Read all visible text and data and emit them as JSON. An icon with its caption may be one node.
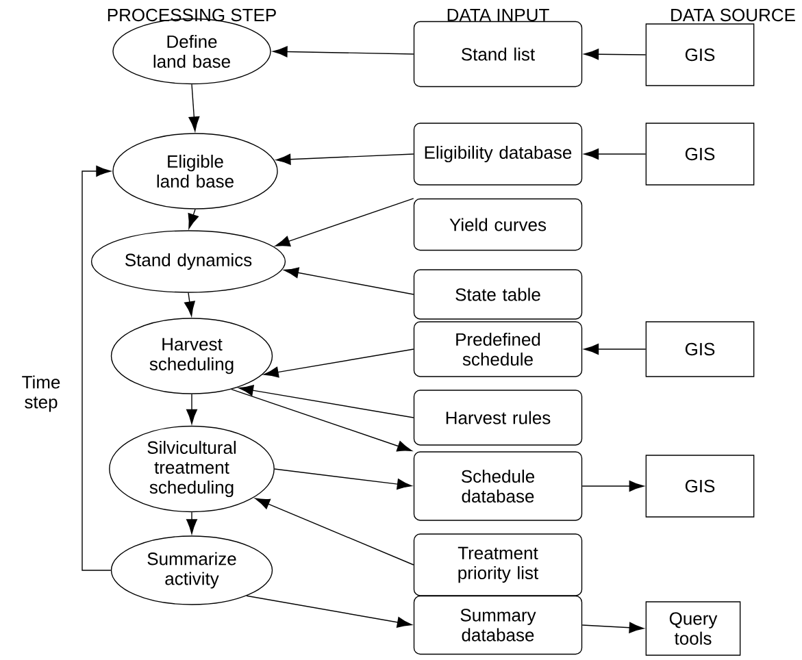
{
  "diagram": {
    "nodes": [
      {
        "text": [
          "Define land base"
        ]
      },
      {
        "text": [
          "Eligible land base"
        ]
      },
      {
        "text": [
          "Stand dynamics"
        ]
      },
      {
        "text": [
          "Harvest scheduling"
        ]
      },
      {
        "text": [
          "Silvicultural treatment scheduling"
        ]
      },
      {
        "text": [
          "Summarize activity"
        ]
      },
      {
        "text": [
          "Stand list"
        ]
      },
      {
        "text": [
          "Eligibility database"
        ]
      },
      {
        "text": [
          "Yield curves"
        ]
      },
      {
        "text": [
          "State table"
        ]
      },
      {
        "text": [
          "Predefined schedule"
        ]
      },
      {
        "text": [
          "Harvest rules"
        ]
      },
      {
        "text": [
          "Schedule database"
        ]
      },
      {
        "text": [
          "Treatment priority list"
        ]
      },
      {
        "text": [
          "Summary database"
        ]
      },
      {
        "text": [
          "GIS"
        ]
      },
      {
        "text": [
          "GIS"
        ]
      },
      {
        "text": [
          "GIS"
        ]
      },
      {
        "text": [
          "GIS"
        ]
      },
      {
        "text": [
          "Query tools"
        ]
      }
    ],
    "edges": [
      {
        "from": 0,
        "to": 1,
        "arrow": "to"
      },
      {
        "from": 1,
        "to": 2,
        "arrow": "to"
      },
      {
        "from": 2,
        "to": 3,
        "arrow": "to"
      },
      {
        "from": 3,
        "to": 4,
        "arrow": "to"
      },
      {
        "from": 4,
        "to": 5,
        "arrow": "to"
      },
      {
        "from": 15,
        "to": 6,
        "arrow": "to"
      },
      {
        "from": 6,
        "to": 0,
        "arrow": "to"
      },
      {
        "from": 16,
        "to": 7,
        "arrow": "to"
      },
      {
        "from": 7,
        "to": 1,
        "arrow": "to"
      },
      {
        "from": 8,
        "to": 2,
        "arrow": "to"
      },
      {
        "from": 9,
        "to": 2,
        "arrow": "to"
      },
      {
        "from": 17,
        "to": 10,
        "arrow": "to"
      },
      {
        "from": 10,
        "to": 3,
        "arrow": "to"
      },
      {
        "from": 11,
        "to": 3,
        "arrow": "to"
      },
      {
        "from": 3,
        "to": 12,
        "arrow": "to"
      },
      {
        "from": 4,
        "to": 12,
        "arrow": "to"
      },
      {
        "from": 12,
        "to": 18,
        "arrow": "to"
      },
      {
        "from": 13,
        "to": 4,
        "arrow": "to"
      },
      {
        "from": 5,
        "to": 14,
        "arrow": "to"
      },
      {
        "from": 14,
        "to": 19,
        "arrow": "to"
      },
      {
        "from": 5,
        "to": 1,
        "arrow": "to",
        "label": "Time step"
      }
    ],
    "labels": [
      "PROCESSING STEP",
      "DATA INPUT",
      "DATA SOURCE"
    ]
  }
}
